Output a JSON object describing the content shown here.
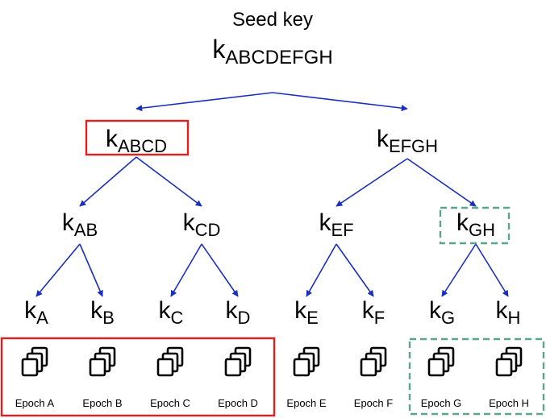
{
  "title": "Seed key",
  "colors": {
    "arrow": "#1a2fbf",
    "solid_highlight": "#e02020",
    "dashed_highlight": "#5aa58c"
  },
  "icon": "stacked-documents-icon",
  "nodes": [
    {
      "id": "root",
      "letter": "k",
      "sub": "ABCDEFGH"
    },
    {
      "id": "ABCD",
      "letter": "k",
      "sub": "ABCD"
    },
    {
      "id": "EFGH",
      "letter": "k",
      "sub": "EFGH"
    },
    {
      "id": "AB",
      "letter": "k",
      "sub": "AB"
    },
    {
      "id": "CD",
      "letter": "k",
      "sub": "CD"
    },
    {
      "id": "EF",
      "letter": "k",
      "sub": "EF"
    },
    {
      "id": "GH",
      "letter": "k",
      "sub": "GH"
    },
    {
      "id": "A",
      "letter": "k",
      "sub": "A"
    },
    {
      "id": "B",
      "letter": "k",
      "sub": "B"
    },
    {
      "id": "C",
      "letter": "k",
      "sub": "C"
    },
    {
      "id": "D",
      "letter": "k",
      "sub": "D"
    },
    {
      "id": "E",
      "letter": "k",
      "sub": "E"
    },
    {
      "id": "F",
      "letter": "k",
      "sub": "F"
    },
    {
      "id": "G",
      "letter": "k",
      "sub": "G"
    },
    {
      "id": "H",
      "letter": "k",
      "sub": "H"
    }
  ],
  "edges": [
    [
      "root",
      "ABCD"
    ],
    [
      "root",
      "EFGH"
    ],
    [
      "ABCD",
      "AB"
    ],
    [
      "ABCD",
      "CD"
    ],
    [
      "EFGH",
      "EF"
    ],
    [
      "EFGH",
      "GH"
    ],
    [
      "AB",
      "A"
    ],
    [
      "AB",
      "B"
    ],
    [
      "CD",
      "C"
    ],
    [
      "CD",
      "D"
    ],
    [
      "EF",
      "E"
    ],
    [
      "EF",
      "F"
    ],
    [
      "GH",
      "G"
    ],
    [
      "GH",
      "H"
    ]
  ],
  "epochs": [
    "Epoch A",
    "Epoch B",
    "Epoch C",
    "Epoch D",
    "Epoch E",
    "Epoch F",
    "Epoch G",
    "Epoch H"
  ],
  "highlights": [
    {
      "node": "ABCD",
      "style": "solid",
      "epochs": [
        "Epoch A",
        "Epoch B",
        "Epoch C",
        "Epoch D"
      ]
    },
    {
      "node": "GH",
      "style": "dashed",
      "epochs": [
        "Epoch G",
        "Epoch H"
      ]
    }
  ]
}
